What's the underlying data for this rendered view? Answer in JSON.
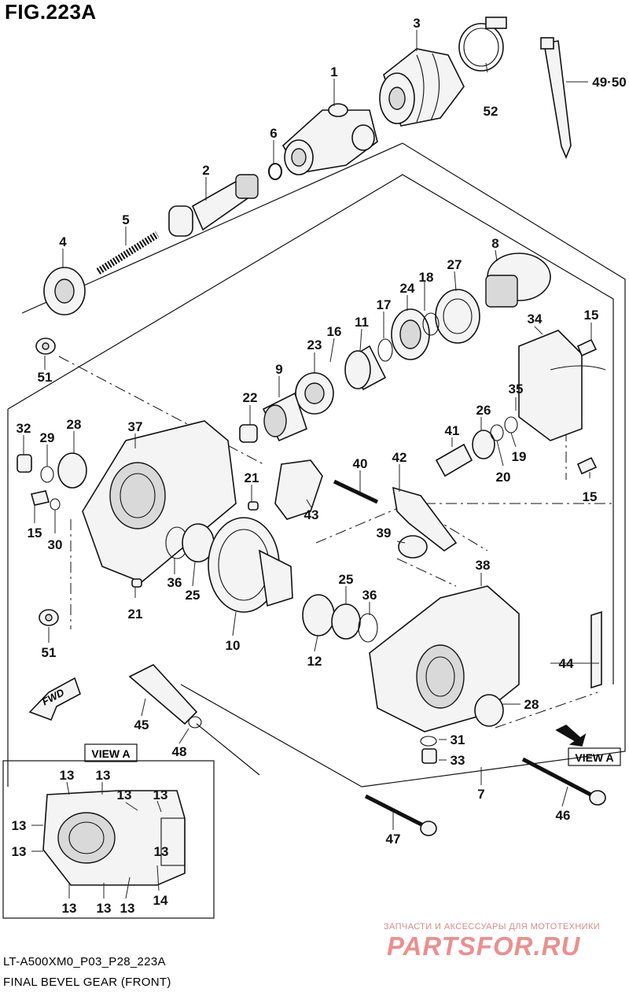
{
  "figure": {
    "title": "FIG.223A",
    "code": "LT-A500XM0_P03_P28_223A",
    "caption": "FINAL BEVEL GEAR (FRONT)"
  },
  "view_a_label": "VIEW A",
  "fwd_label": "FWD",
  "watermark": {
    "line1": "ЗАПЧАСТИ И АКСЕССУАРЫ ДЛЯ МОТОТЕХНИКИ",
    "line2": "PARTSFOR.RU"
  },
  "callouts": {
    "c1": "1",
    "c2": "2",
    "c3": "3",
    "c4": "4",
    "c5": "5",
    "c6": "6",
    "c7": "7",
    "c8": "8",
    "c9": "9",
    "c10": "10",
    "c11": "11",
    "c12": "12",
    "c14": "14",
    "c15a": "15",
    "c15b": "15",
    "c15c": "15",
    "c16": "16",
    "c17": "17",
    "c18": "18",
    "c19": "19",
    "c20": "20",
    "c21a": "21",
    "c21b": "21",
    "c22": "22",
    "c23": "23",
    "c24": "24",
    "c25a": "25",
    "c25b": "25",
    "c26": "26",
    "c27": "27",
    "c28a": "28",
    "c28b": "28",
    "c29": "29",
    "c30": "30",
    "c31": "31",
    "c32": "32",
    "c33": "33",
    "c34": "34",
    "c35": "35",
    "c36a": "36",
    "c36b": "36",
    "c37": "37",
    "c38": "38",
    "c39": "39",
    "c40": "40",
    "c41": "41",
    "c42": "42",
    "c43": "43",
    "c44": "44",
    "c45": "45",
    "c46": "46",
    "c47": "47",
    "c48": "48",
    "c4950": "49·50",
    "c51a": "51",
    "c51b": "51",
    "c52": "52"
  },
  "view_a_callouts": [
    "13",
    "13",
    "13",
    "13",
    "13",
    "13",
    "13",
    "13",
    "13",
    "13",
    "13"
  ]
}
